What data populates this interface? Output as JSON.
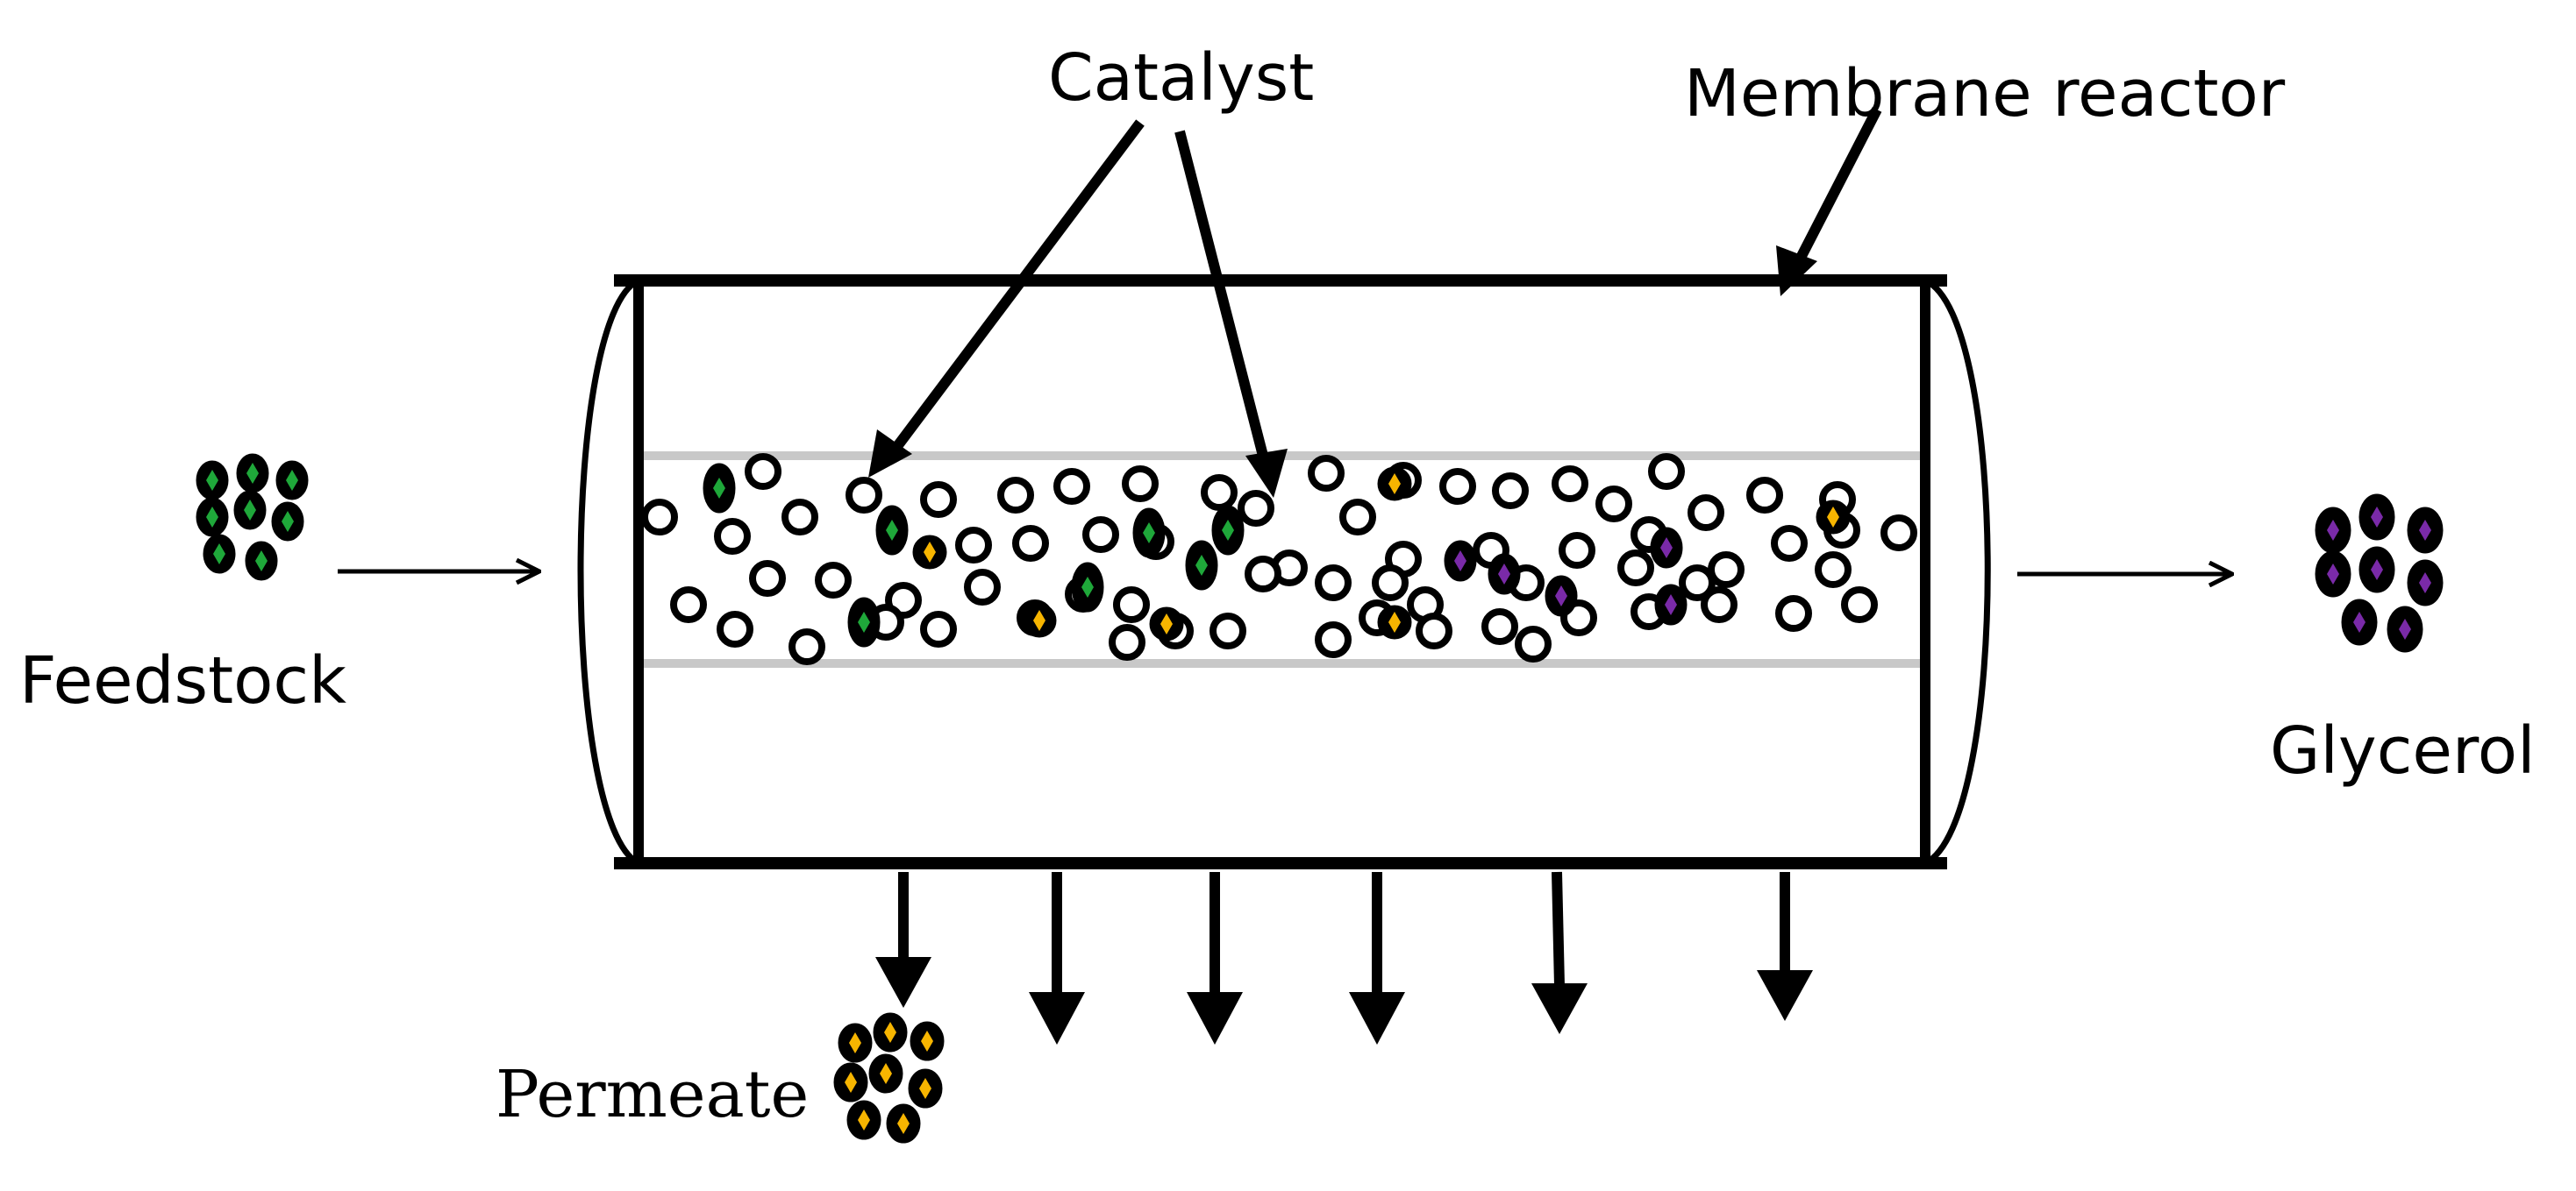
{
  "labels": {
    "catalyst": "Catalyst",
    "membrane_reactor": "Membrane reactor",
    "feedstock": "Feedstock",
    "glycerol": "Glycerol",
    "permeate": "Permeate"
  },
  "colors": {
    "feedstock": "#1fa83a",
    "glycerol": "#7a2aa8",
    "permeate": "#f7b500",
    "outline": "#000000",
    "membrane_band": "#c8c8c8"
  }
}
